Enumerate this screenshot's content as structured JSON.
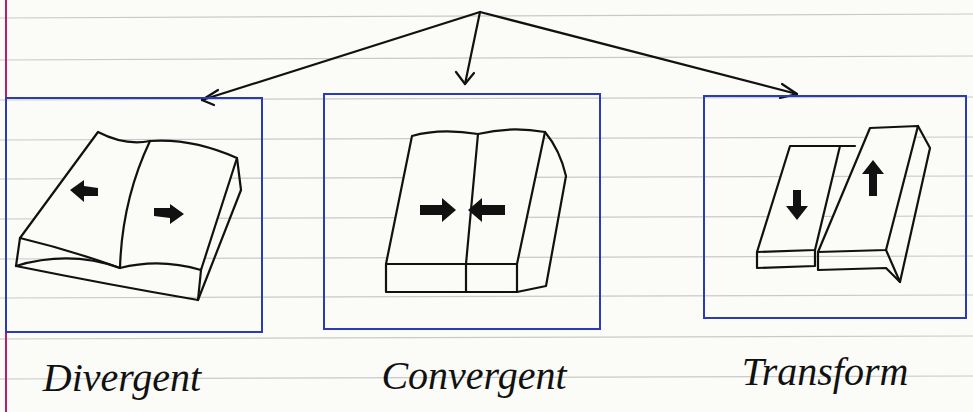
{
  "diagram": {
    "nodes": [
      {
        "text": [
          "Divergent"
        ]
      },
      {
        "text": [
          "Convergent"
        ]
      },
      {
        "text": [
          "Transform"
        ]
      }
    ]
  }
}
